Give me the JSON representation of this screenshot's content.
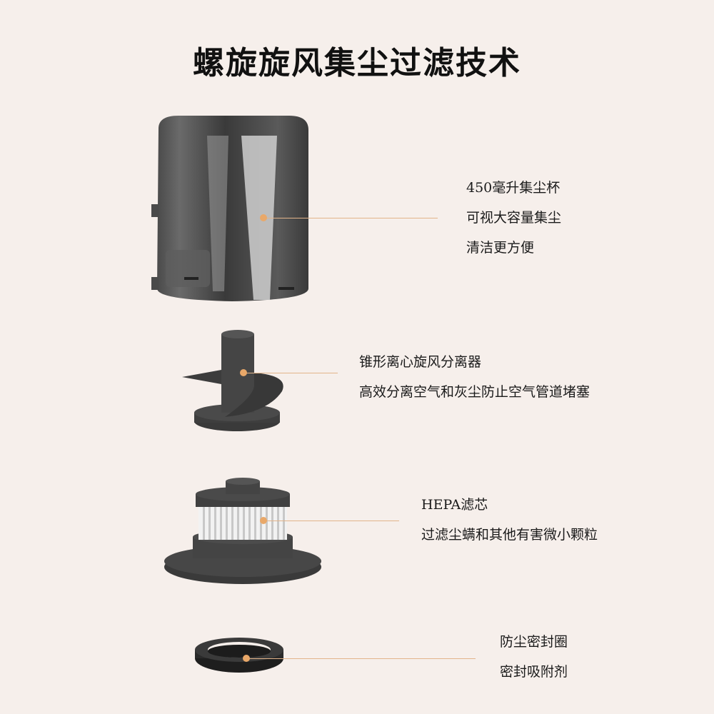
{
  "title": "螺旋旋风集尘过滤技术",
  "accent_color": "#e9a869",
  "background_color": "#f6efeb",
  "parts": [
    {
      "name": "dust-cup",
      "icon": "dust-cup-icon",
      "lines": [
        "450毫升集尘杯",
        "可视大容量集尘",
        "清洁更方便"
      ]
    },
    {
      "name": "cyclone-separator",
      "icon": "cyclone-separator-icon",
      "lines": [
        "锥形离心旋风分离器",
        "高效分离空气和灰尘防止空气管道堵塞"
      ]
    },
    {
      "name": "hepa-filter",
      "icon": "hepa-filter-icon",
      "lines": [
        "HEPA滤芯",
        "过滤尘螨和其他有害微小颗粒"
      ]
    },
    {
      "name": "seal-ring",
      "icon": "seal-ring-icon",
      "lines": [
        "防尘密封圈",
        "密封吸附剂"
      ]
    }
  ]
}
